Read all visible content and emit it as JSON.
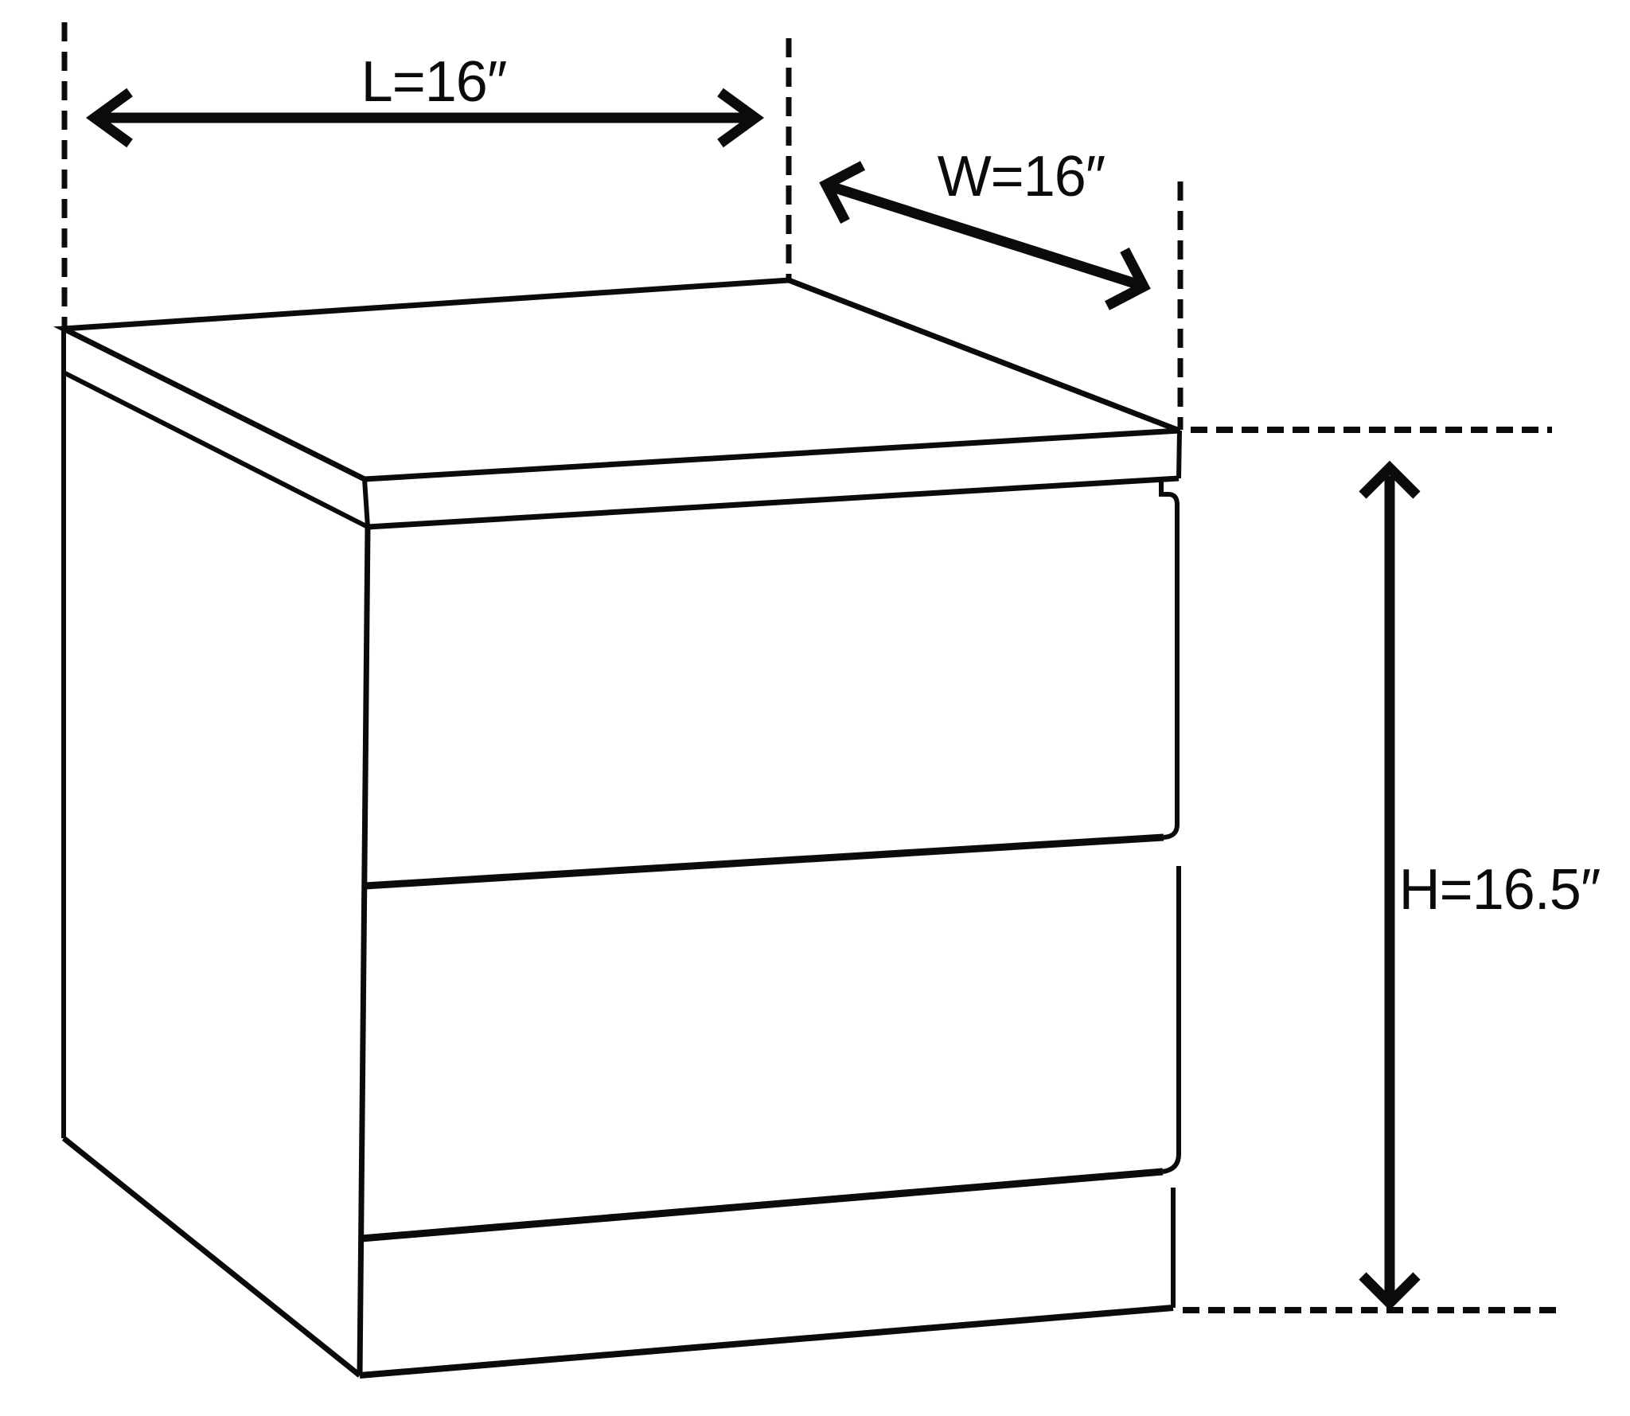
{
  "page": {
    "background": "#ffffff"
  },
  "diagram": {
    "name": "two-drawer-nightstand-dimension-diagram",
    "line_color": "#0b0b0b",
    "object": "nightstand with two drawers, isometric line drawing",
    "labels": {
      "length": "L=16″",
      "width": "W=16″",
      "height": "H=16.5″"
    },
    "dimensions": {
      "length_inches": 16,
      "width_inches": 16,
      "height_inches": 16.5
    }
  }
}
